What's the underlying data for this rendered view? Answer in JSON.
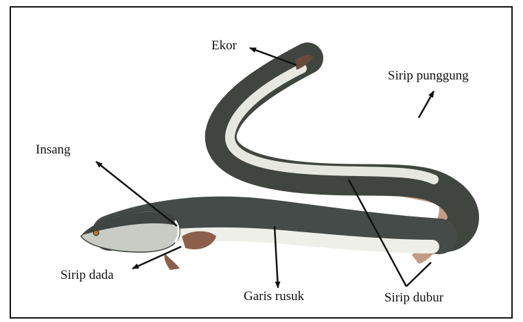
{
  "labels": {
    "ekor": "Ekor",
    "sirip_punggung": "Sirip punggung",
    "insang": "Insang",
    "sirip_dada": "Sirip dada",
    "garis_rusuk": "Garis rusuk",
    "sirip_dubur": "Sirip dubur"
  },
  "colors": {
    "line": "#111111",
    "eel_dark": "#3e4442",
    "eel_belly": "#e8e9e2",
    "fin": "#9a6c52"
  }
}
